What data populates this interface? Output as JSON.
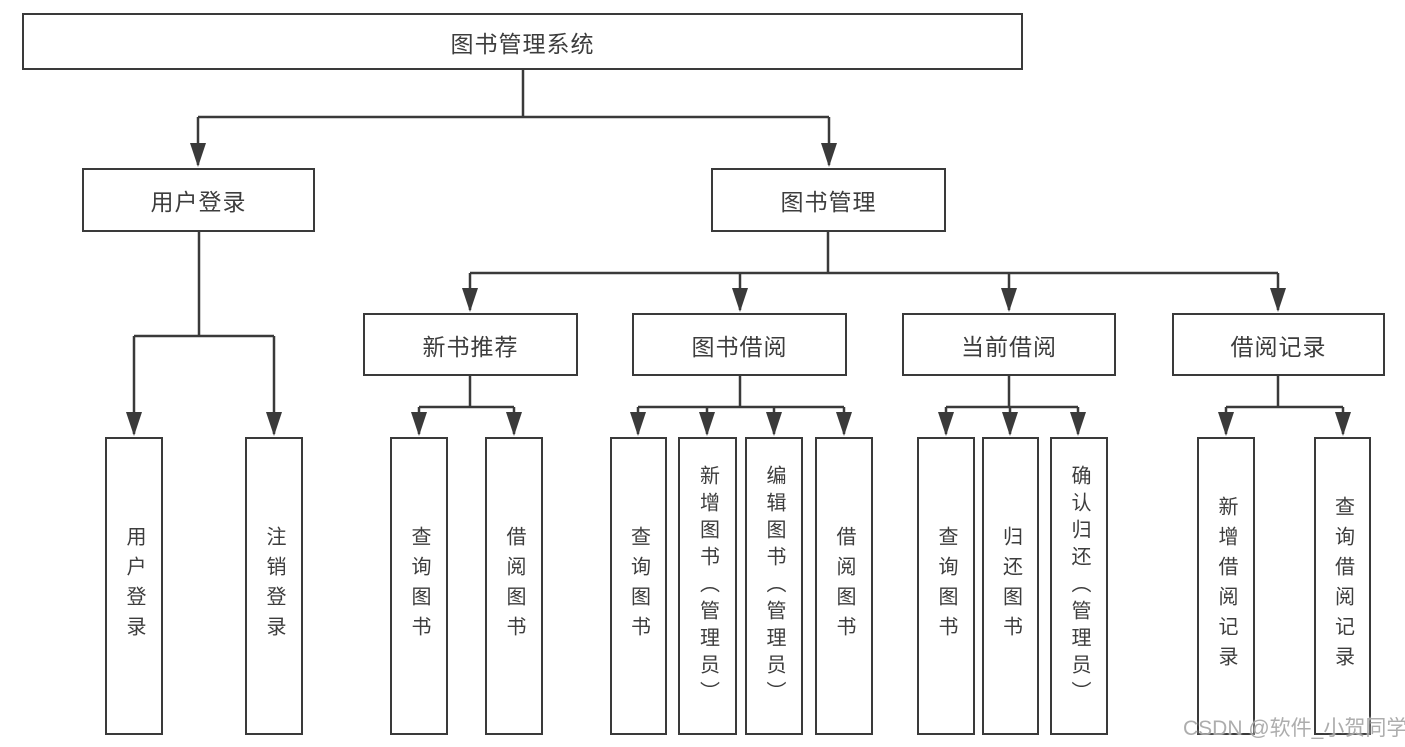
{
  "nodes": {
    "root": "图书管理系统",
    "user_login": "用户登录",
    "book_mgmt": "图书管理",
    "new_book_rec": "新书推荐",
    "book_borrow": "图书借阅",
    "current_borrow": "当前借阅",
    "borrow_records": "借阅记录",
    "leaf_user_login": "用户登录",
    "leaf_logout": "注销登录",
    "leaf_nbr_query_books": "查询图书",
    "leaf_nbr_borrow_books": "借阅图书",
    "leaf_bb_query_books": "查询图书",
    "leaf_bb_add_books": "新增图书（管理员）",
    "leaf_bb_edit_books": "编辑图书（管理员）",
    "leaf_bb_borrow_books": "借阅图书",
    "leaf_cb_query_books": "查询图书",
    "leaf_cb_return_books": "归还图书",
    "leaf_cb_confirm_return": "确认归还（管理员）",
    "leaf_br_add_record": "新增借阅记录",
    "leaf_br_query_record": "查询借阅记录"
  },
  "colors": {
    "line": "#3a3a3a",
    "text": "#3d3d3d",
    "watermark": "#a4a4a4"
  },
  "watermark": "CSDN @软件_小贺同学"
}
